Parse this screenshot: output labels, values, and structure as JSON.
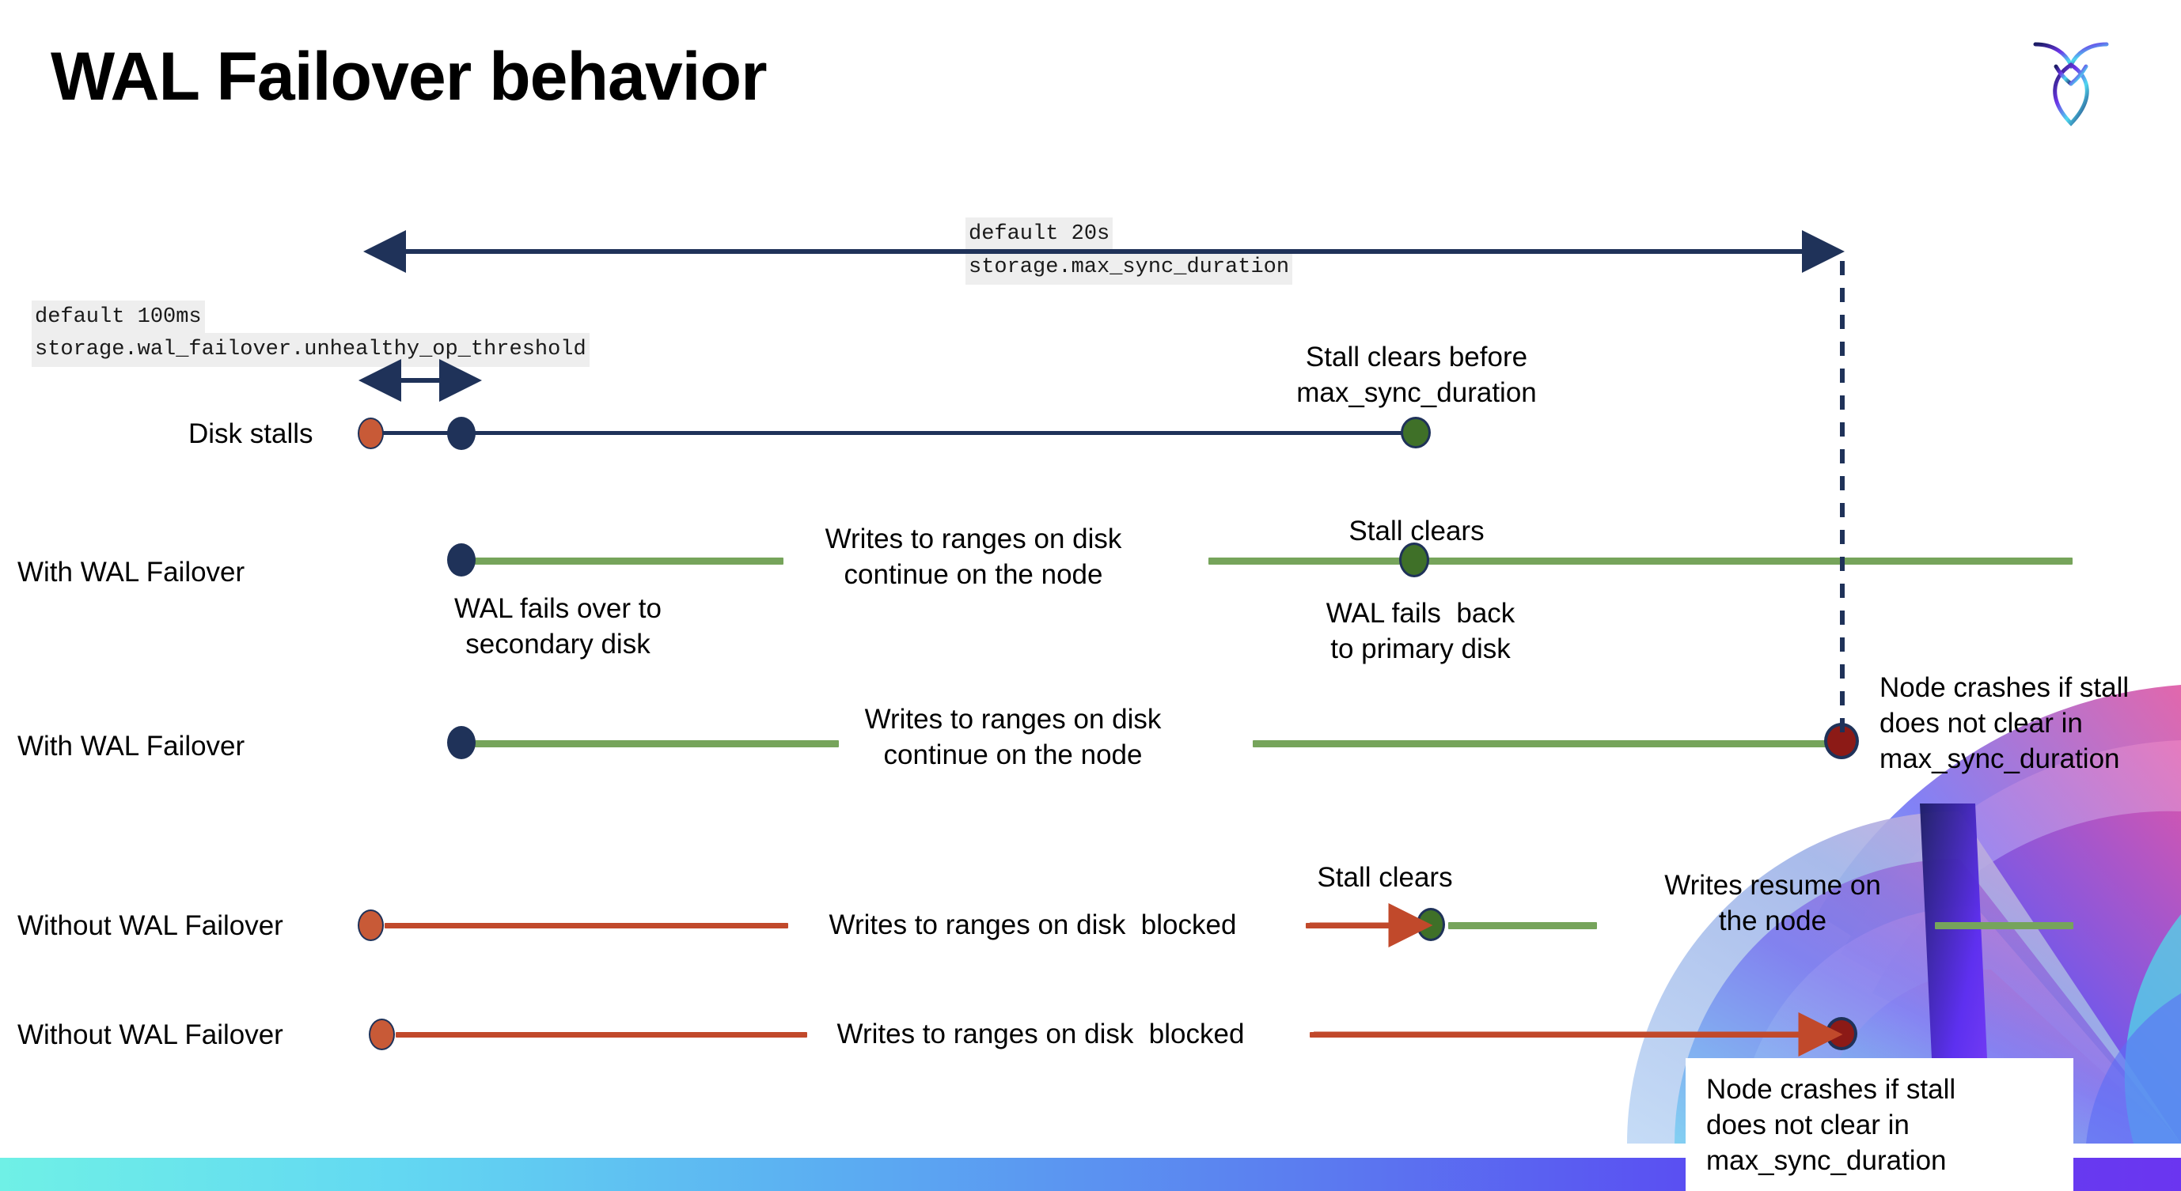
{
  "slide": {
    "title": "WAL Failover behavior",
    "logo_name": "cockroachdb-logo"
  },
  "colors": {
    "navy": "#1F3259",
    "green_line": "#76A45B",
    "green_dot": "#3F7028",
    "red_line": "#C1492B",
    "orange_dot": "#C85A37",
    "dark_red_dot": "#8C1A16",
    "code_bg": "#EEEEEE",
    "bar_gradient_start": "#6FF0E6",
    "bar_gradient_end": "#6B35F0"
  },
  "annotations": {
    "max_sync": {
      "line1": "default 20s",
      "line2": "storage.max_sync_duration"
    },
    "unhealthy_threshold": {
      "line1": "default 100ms",
      "line2": "storage.wal_failover.unhealthy_op_threshold"
    }
  },
  "rows": [
    {
      "id": "disk-stalls",
      "label": "Disk stalls",
      "notes": [
        "Stall clears before\nmax_sync_duration"
      ]
    },
    {
      "id": "with-wal-failover-1",
      "label": "With WAL Failover",
      "notes": [
        "Writes to ranges on disk\ncontinue on the node",
        "Stall clears",
        "WAL fails over to\nsecondary disk",
        "WAL fails  back\nto primary disk"
      ]
    },
    {
      "id": "with-wal-failover-2",
      "label": "With WAL Failover",
      "notes": [
        "Writes to ranges on disk\ncontinue on the node",
        "Node crashes if stall\ndoes not clear in\nmax_sync_duration"
      ]
    },
    {
      "id": "without-wal-failover-1",
      "label": "Without WAL Failover",
      "notes": [
        "Writes to ranges on disk  blocked",
        "Stall clears",
        "Writes resume on\nthe node"
      ]
    },
    {
      "id": "without-wal-failover-2",
      "label": "Without WAL Failover",
      "notes": [
        "Writes to ranges on disk  blocked",
        "Node crashes if stall\ndoes not clear in\nmax_sync_duration"
      ]
    }
  ],
  "labels": {
    "disk_stalls": "Disk stalls",
    "with_wal_failover_a": "With WAL Failover",
    "with_wal_failover_b": "With WAL Failover",
    "without_wal_failover_a": "Without WAL Failover",
    "without_wal_failover_b": "Without WAL Failover",
    "stall_clears_before_max": "Stall clears before\nmax_sync_duration",
    "writes_continue_1": "Writes to ranges on disk\ncontinue on the node",
    "writes_continue_2": "Writes to ranges on disk\ncontinue on the node",
    "stall_clears_1": "Stall clears",
    "stall_clears_2": "Stall clears",
    "wal_fails_over": "WAL fails over to\nsecondary disk",
    "wal_fails_back": "WAL fails  back\nto primary disk",
    "node_crashes_1": "Node crashes if stall\ndoes not clear in\nmax_sync_duration",
    "node_crashes_2": "Node crashes if stall\ndoes not clear in\nmax_sync_duration",
    "writes_blocked_1": "Writes to ranges on disk  blocked",
    "writes_blocked_2": "Writes to ranges on disk  blocked",
    "writes_resume": "Writes resume on\nthe node"
  }
}
